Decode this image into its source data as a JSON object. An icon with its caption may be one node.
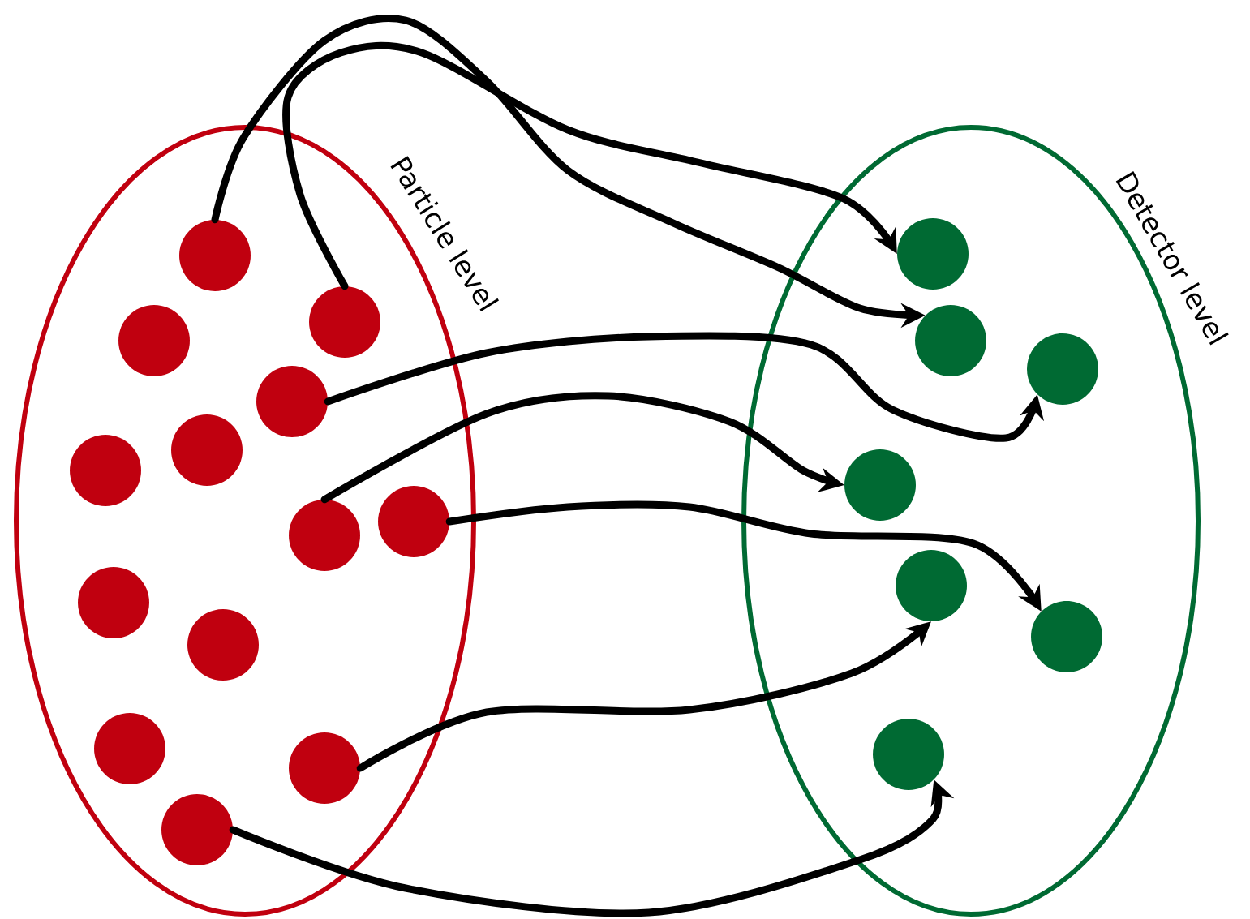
{
  "diagram": {
    "nodes": [
      {
        "text": [
          "Particle level"
        ]
      },
      {
        "text": [],
        "shape": "circle",
        "in": 0
      },
      {
        "text": [],
        "shape": "circle",
        "in": 0
      },
      {
        "text": [],
        "shape": "circle",
        "in": 0
      },
      {
        "text": [],
        "shape": "circle",
        "in": 0
      },
      {
        "text": [],
        "shape": "circle",
        "in": 0
      },
      {
        "text": [],
        "shape": "circle",
        "in": 0
      },
      {
        "text": [],
        "shape": "circle",
        "in": 0
      },
      {
        "text": [],
        "shape": "circle",
        "in": 0
      },
      {
        "text": [],
        "shape": "circle",
        "in": 0
      },
      {
        "text": [],
        "shape": "circle",
        "in": 0
      },
      {
        "text": [],
        "shape": "circle",
        "in": 0
      },
      {
        "text": [],
        "shape": "circle",
        "in": 0
      },
      {
        "text": [],
        "shape": "circle",
        "in": 0
      },
      {
        "text": [
          "Detector level"
        ]
      },
      {
        "text": [],
        "shape": "circle",
        "in": 14
      },
      {
        "text": [],
        "shape": "circle",
        "in": 14
      },
      {
        "text": [],
        "shape": "circle",
        "in": 14
      },
      {
        "text": [],
        "shape": "circle",
        "in": 14
      },
      {
        "text": [],
        "shape": "circle",
        "in": 14
      },
      {
        "text": [],
        "shape": "circle",
        "in": 14
      },
      {
        "text": [],
        "shape": "circle",
        "in": 14
      }
    ],
    "edges": [
      {
        "from": 1,
        "to": 16,
        "arrow": "to"
      },
      {
        "from": 2,
        "to": 15,
        "arrow": "to"
      },
      {
        "from": 4,
        "to": 17,
        "arrow": "to"
      },
      {
        "from": 8,
        "to": 18,
        "arrow": "to"
      },
      {
        "from": 7,
        "to": 20,
        "arrow": "to"
      },
      {
        "from": 12,
        "to": 19,
        "arrow": "to"
      },
      {
        "from": 13,
        "to": 21,
        "arrow": "to"
      }
    ]
  }
}
